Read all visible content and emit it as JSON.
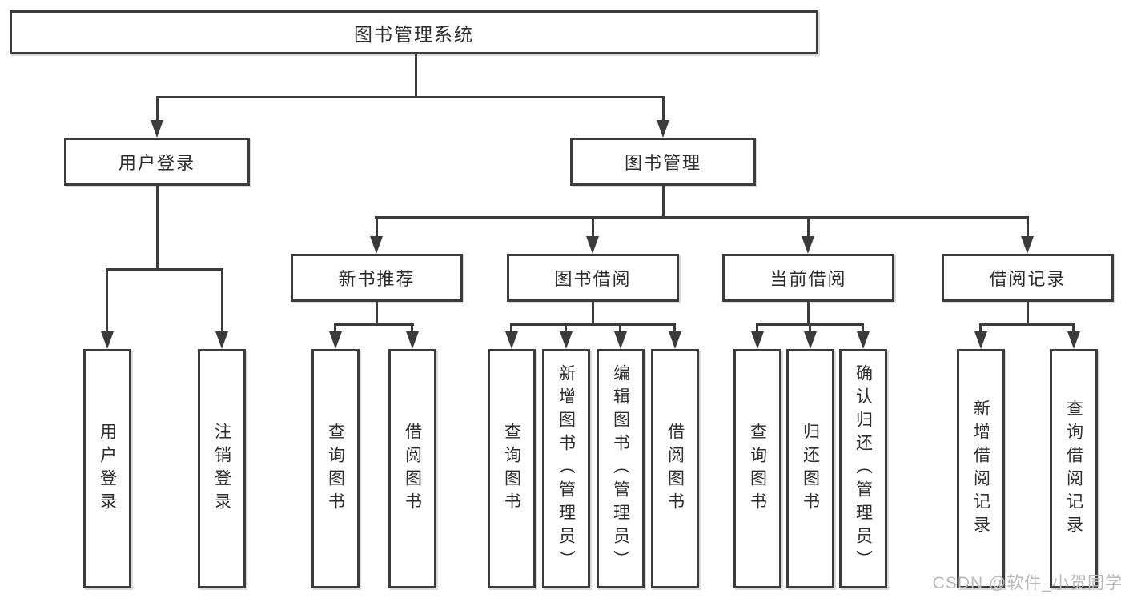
{
  "colors": {
    "line": "#3b3b3b",
    "text": "#2d2d2d",
    "watermark": "#b9b9b9",
    "background": "#ffffff"
  },
  "diagram": {
    "root": {
      "label": "图书管理系统"
    },
    "level2": [
      {
        "label": "用户登录"
      },
      {
        "label": "图书管理"
      }
    ],
    "level3": [
      {
        "label": "新书推荐"
      },
      {
        "label": "图书借阅"
      },
      {
        "label": "当前借阅"
      },
      {
        "label": "借阅记录"
      }
    ],
    "leaves": [
      {
        "label": "用户登录"
      },
      {
        "label": "注销登录"
      },
      {
        "label": "查询图书"
      },
      {
        "label": "借阅图书"
      },
      {
        "label": "查询图书"
      },
      {
        "label": "新增图书（管理员）"
      },
      {
        "label": "编辑图书（管理员）"
      },
      {
        "label": "借阅图书"
      },
      {
        "label": "查询图书"
      },
      {
        "label": "归还图书"
      },
      {
        "label": "确认归还（管理员）"
      },
      {
        "label": "新增借阅记录"
      },
      {
        "label": "查询借阅记录"
      }
    ]
  },
  "watermark": {
    "text": "CSDN @软件_小贺同学"
  }
}
